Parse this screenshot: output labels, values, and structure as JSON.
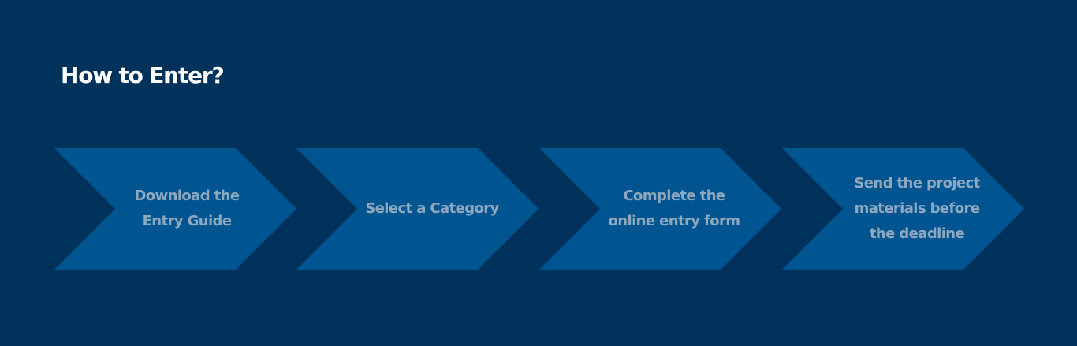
{
  "section": {
    "title": "How to Enter?"
  },
  "steps": [
    {
      "label": "Download the Entry Guide"
    },
    {
      "label": "Select a Category"
    },
    {
      "label": "Complete the online entry form"
    },
    {
      "label": "Send the project materials before the deadline"
    }
  ],
  "colors": {
    "background": "#00325c",
    "chevron": "#005591",
    "title_text": "#ffffff",
    "step_text": "#8ea8c0"
  }
}
